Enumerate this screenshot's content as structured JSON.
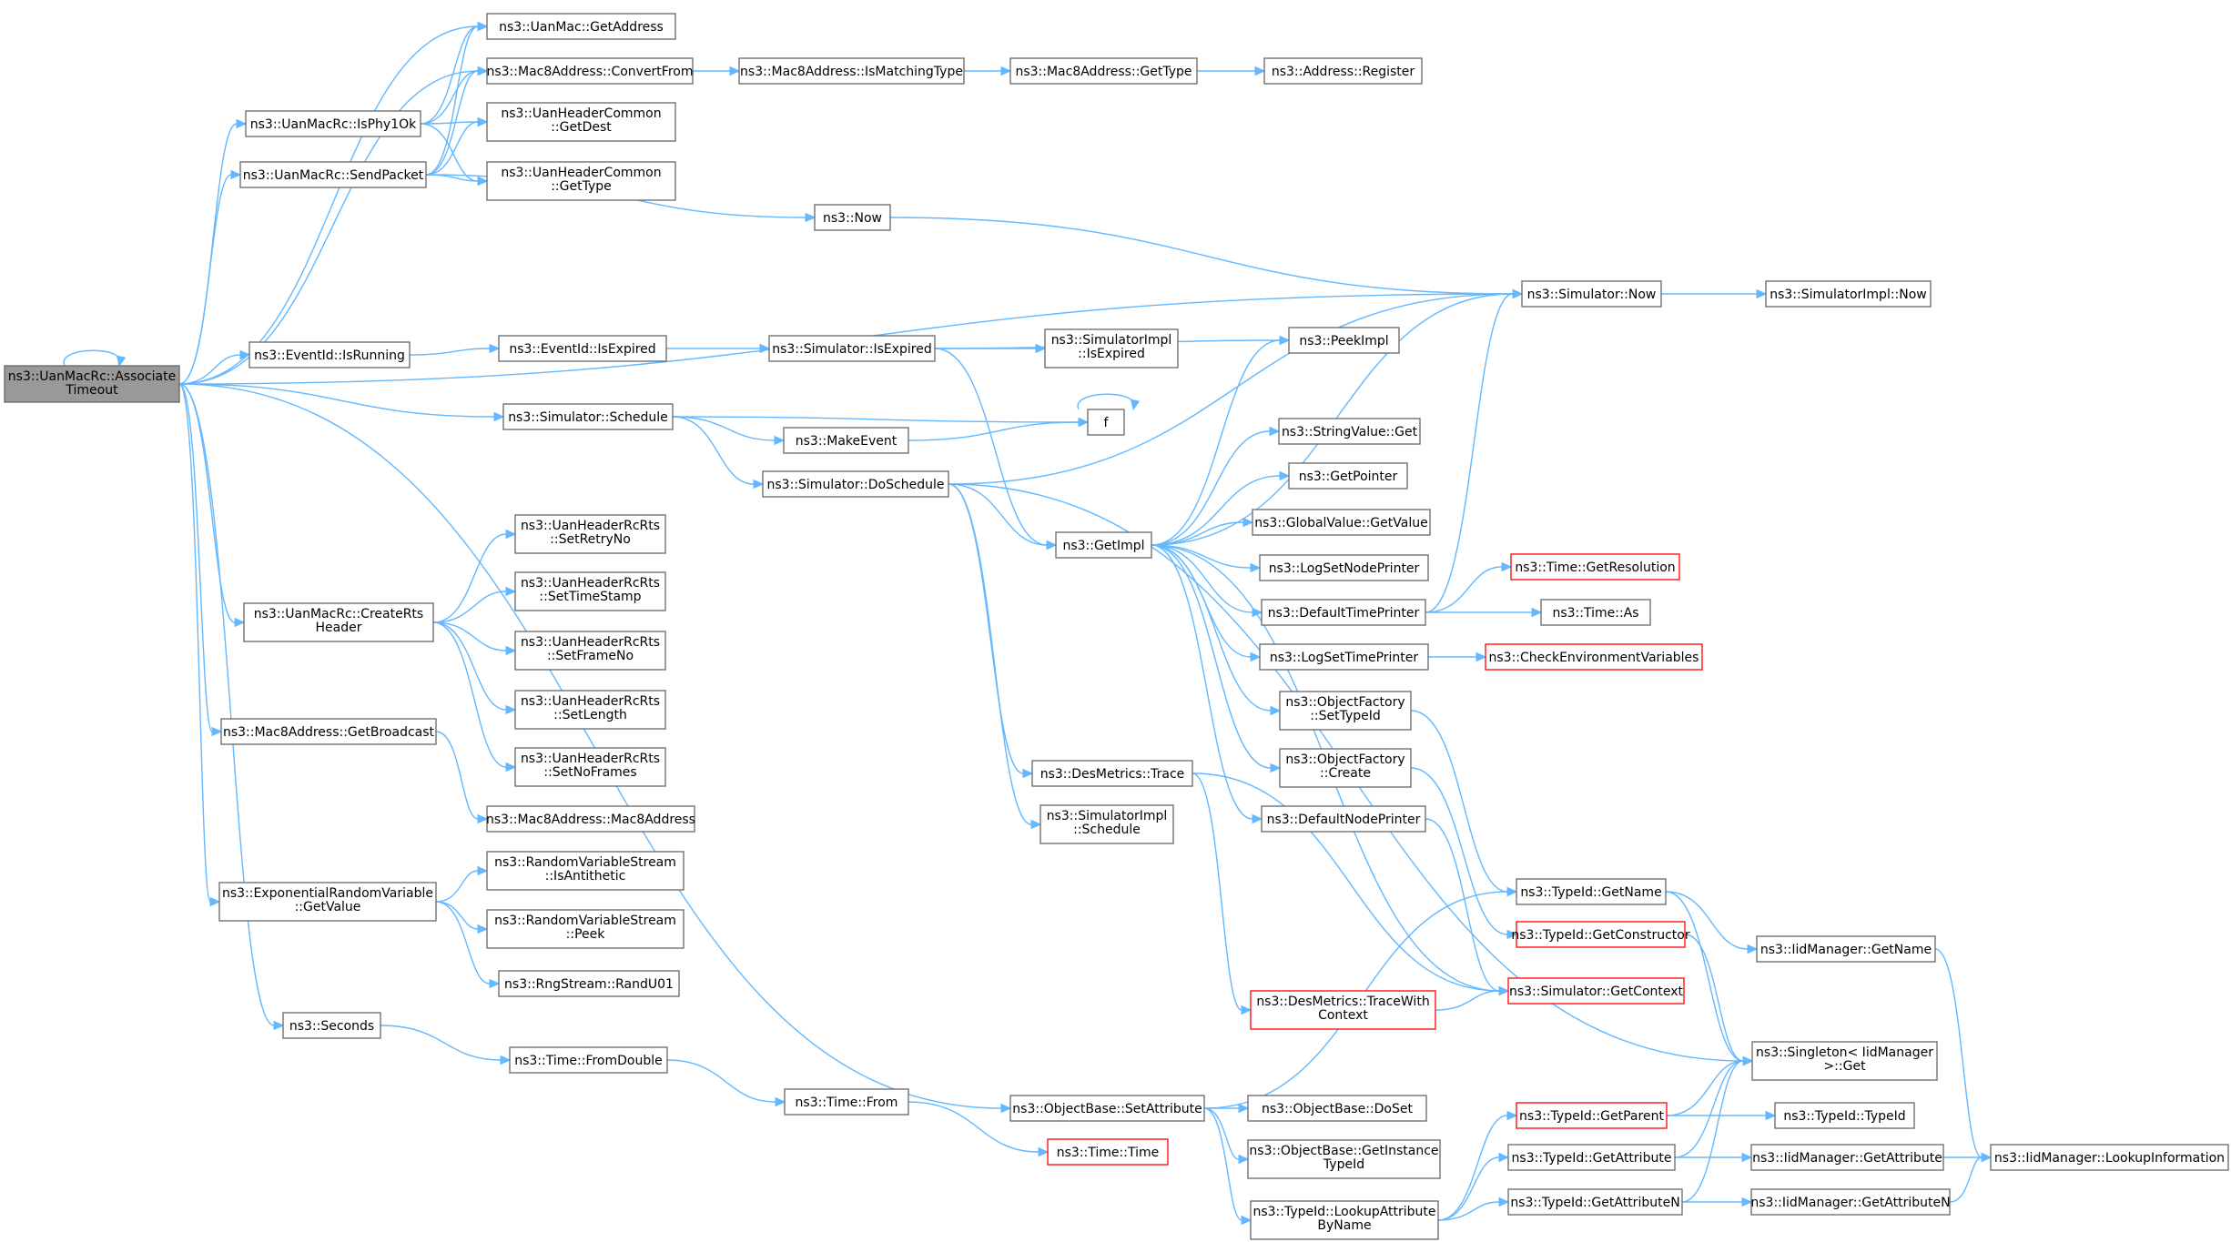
{
  "colors": {
    "edge": "#63b8ff",
    "node_border": "#666666",
    "truncated_border": "#ff0000",
    "root_fill": "#999999",
    "node_fill": "#ffffff"
  },
  "nodes": [
    {
      "id": "root",
      "lines": [
        "ns3::UanMacRc::Associate",
        "Timeout"
      ],
      "root": true
    },
    {
      "id": "macGetAddress",
      "lines": [
        "ns3::UanMac::GetAddress"
      ]
    },
    {
      "id": "convertFrom",
      "lines": [
        "ns3::Mac8Address::ConvertFrom"
      ]
    },
    {
      "id": "isMatchingType",
      "lines": [
        "ns3::Mac8Address::IsMatchingType"
      ]
    },
    {
      "id": "mac8GetType",
      "lines": [
        "ns3::Mac8Address::GetType"
      ]
    },
    {
      "id": "addrRegister",
      "lines": [
        "ns3::Address::Register"
      ]
    },
    {
      "id": "isPhy1Ok",
      "lines": [
        "ns3::UanMacRc::IsPhy1Ok"
      ]
    },
    {
      "id": "getDest",
      "lines": [
        "ns3::UanHeaderCommon",
        "::GetDest"
      ]
    },
    {
      "id": "sendPacket",
      "lines": [
        "ns3::UanMacRc::SendPacket"
      ]
    },
    {
      "id": "hdrGetType",
      "lines": [
        "ns3::UanHeaderCommon",
        "::GetType"
      ]
    },
    {
      "id": "now",
      "lines": [
        "ns3::Now"
      ]
    },
    {
      "id": "simNow",
      "lines": [
        "ns3::Simulator::Now"
      ]
    },
    {
      "id": "simImplNow",
      "lines": [
        "ns3::SimulatorImpl::Now"
      ]
    },
    {
      "id": "evRunning",
      "lines": [
        "ns3::EventId::IsRunning"
      ]
    },
    {
      "id": "evExpired",
      "lines": [
        "ns3::EventId::IsExpired"
      ]
    },
    {
      "id": "simExpired",
      "lines": [
        "ns3::Simulator::IsExpired"
      ]
    },
    {
      "id": "implExpired",
      "lines": [
        "ns3::SimulatorImpl",
        "::IsExpired"
      ]
    },
    {
      "id": "peekImpl",
      "lines": [
        "ns3::PeekImpl"
      ]
    },
    {
      "id": "schedule",
      "lines": [
        "ns3::Simulator::Schedule"
      ]
    },
    {
      "id": "f",
      "lines": [
        "f"
      ]
    },
    {
      "id": "makeEvent",
      "lines": [
        "ns3::MakeEvent"
      ]
    },
    {
      "id": "doSchedule",
      "lines": [
        "ns3::Simulator::DoSchedule"
      ]
    },
    {
      "id": "strGet",
      "lines": [
        "ns3::StringValue::Get"
      ]
    },
    {
      "id": "getPointer",
      "lines": [
        "ns3::GetPointer"
      ]
    },
    {
      "id": "getImpl",
      "lines": [
        "ns3::GetImpl"
      ]
    },
    {
      "id": "gvGetValue",
      "lines": [
        "ns3::GlobalValue::GetValue"
      ]
    },
    {
      "id": "logNode",
      "lines": [
        "ns3::LogSetNodePrinter"
      ]
    },
    {
      "id": "defTime",
      "lines": [
        "ns3::DefaultTimePrinter"
      ]
    },
    {
      "id": "getRes",
      "lines": [
        "ns3::Time::GetResolution"
      ],
      "trunc": true
    },
    {
      "id": "timeAs",
      "lines": [
        "ns3::Time::As"
      ]
    },
    {
      "id": "logTime",
      "lines": [
        "ns3::LogSetTimePrinter"
      ]
    },
    {
      "id": "checkEnv",
      "lines": [
        "ns3::CheckEnvironmentVariables"
      ],
      "trunc": true
    },
    {
      "id": "setRetry",
      "lines": [
        "ns3::UanHeaderRcRts",
        "::SetRetryNo"
      ]
    },
    {
      "id": "setTs",
      "lines": [
        "ns3::UanHeaderRcRts",
        "::SetTimeStamp"
      ]
    },
    {
      "id": "createRts",
      "lines": [
        "ns3::UanMacRc::CreateRts",
        "Header"
      ]
    },
    {
      "id": "setFrame",
      "lines": [
        "ns3::UanHeaderRcRts",
        "::SetFrameNo"
      ]
    },
    {
      "id": "setLen",
      "lines": [
        "ns3::UanHeaderRcRts",
        "::SetLength"
      ]
    },
    {
      "id": "ofSetTypeId",
      "lines": [
        "ns3::ObjectFactory",
        "::SetTypeId"
      ]
    },
    {
      "id": "getBcast",
      "lines": [
        "ns3::Mac8Address::GetBroadcast"
      ]
    },
    {
      "id": "setNoFrames",
      "lines": [
        "ns3::UanHeaderRcRts",
        "::SetNoFrames"
      ]
    },
    {
      "id": "ofCreate",
      "lines": [
        "ns3::ObjectFactory",
        "::Create"
      ]
    },
    {
      "id": "desTrace",
      "lines": [
        "ns3::DesMetrics::Trace"
      ]
    },
    {
      "id": "mac8Ctor",
      "lines": [
        "ns3::Mac8Address::Mac8Address"
      ]
    },
    {
      "id": "defNode",
      "lines": [
        "ns3::DefaultNodePrinter"
      ]
    },
    {
      "id": "implSchedule",
      "lines": [
        "ns3::SimulatorImpl",
        "::Schedule"
      ]
    },
    {
      "id": "isAnti",
      "lines": [
        "ns3::RandomVariableStream",
        "::IsAntithetic"
      ]
    },
    {
      "id": "expGetValue",
      "lines": [
        "ns3::ExponentialRandomVariable",
        "::GetValue"
      ]
    },
    {
      "id": "tidGetName",
      "lines": [
        "ns3::TypeId::GetName"
      ]
    },
    {
      "id": "peek",
      "lines": [
        "ns3::RandomVariableStream",
        "::Peek"
      ]
    },
    {
      "id": "tidGetCtor",
      "lines": [
        "ns3::TypeId::GetConstructor"
      ],
      "trunc": true
    },
    {
      "id": "iidGetName",
      "lines": [
        "ns3::IidManager::GetName"
      ]
    },
    {
      "id": "randU01",
      "lines": [
        "ns3::RngStream::RandU01"
      ]
    },
    {
      "id": "simGetCtx",
      "lines": [
        "ns3::Simulator::GetContext"
      ],
      "trunc": true
    },
    {
      "id": "seconds",
      "lines": [
        "ns3::Seconds"
      ]
    },
    {
      "id": "traceCtx",
      "lines": [
        "ns3::DesMetrics::TraceWith",
        "Context"
      ],
      "trunc": true
    },
    {
      "id": "fromDouble",
      "lines": [
        "ns3::Time::FromDouble"
      ]
    },
    {
      "id": "singletonGet",
      "lines": [
        "ns3::Singleton< IidManager",
        ">::Get"
      ]
    },
    {
      "id": "timeFrom",
      "lines": [
        "ns3::Time::From"
      ]
    },
    {
      "id": "setAttr",
      "lines": [
        "ns3::ObjectBase::SetAttribute"
      ]
    },
    {
      "id": "doSet",
      "lines": [
        "ns3::ObjectBase::DoSet"
      ]
    },
    {
      "id": "tidParent",
      "lines": [
        "ns3::TypeId::GetParent"
      ],
      "trunc": true
    },
    {
      "id": "tidTypeId",
      "lines": [
        "ns3::TypeId::TypeId"
      ]
    },
    {
      "id": "timeTime",
      "lines": [
        "ns3::Time::Time"
      ],
      "trunc": true
    },
    {
      "id": "getInstTid",
      "lines": [
        "ns3::ObjectBase::GetInstance",
        "TypeId"
      ]
    },
    {
      "id": "tidGetAttr",
      "lines": [
        "ns3::TypeId::GetAttribute"
      ]
    },
    {
      "id": "iidGetAttr",
      "lines": [
        "ns3::IidManager::GetAttribute"
      ]
    },
    {
      "id": "lookupInfo",
      "lines": [
        "ns3::IidManager::LookupInformation"
      ]
    },
    {
      "id": "lookupAttr",
      "lines": [
        "ns3::TypeId::LookupAttribute",
        "ByName"
      ]
    },
    {
      "id": "tidGetAttrN",
      "lines": [
        "ns3::TypeId::GetAttributeN"
      ]
    },
    {
      "id": "iidGetAttrN",
      "lines": [
        "ns3::IidManager::GetAttributeN"
      ]
    }
  ]
}
